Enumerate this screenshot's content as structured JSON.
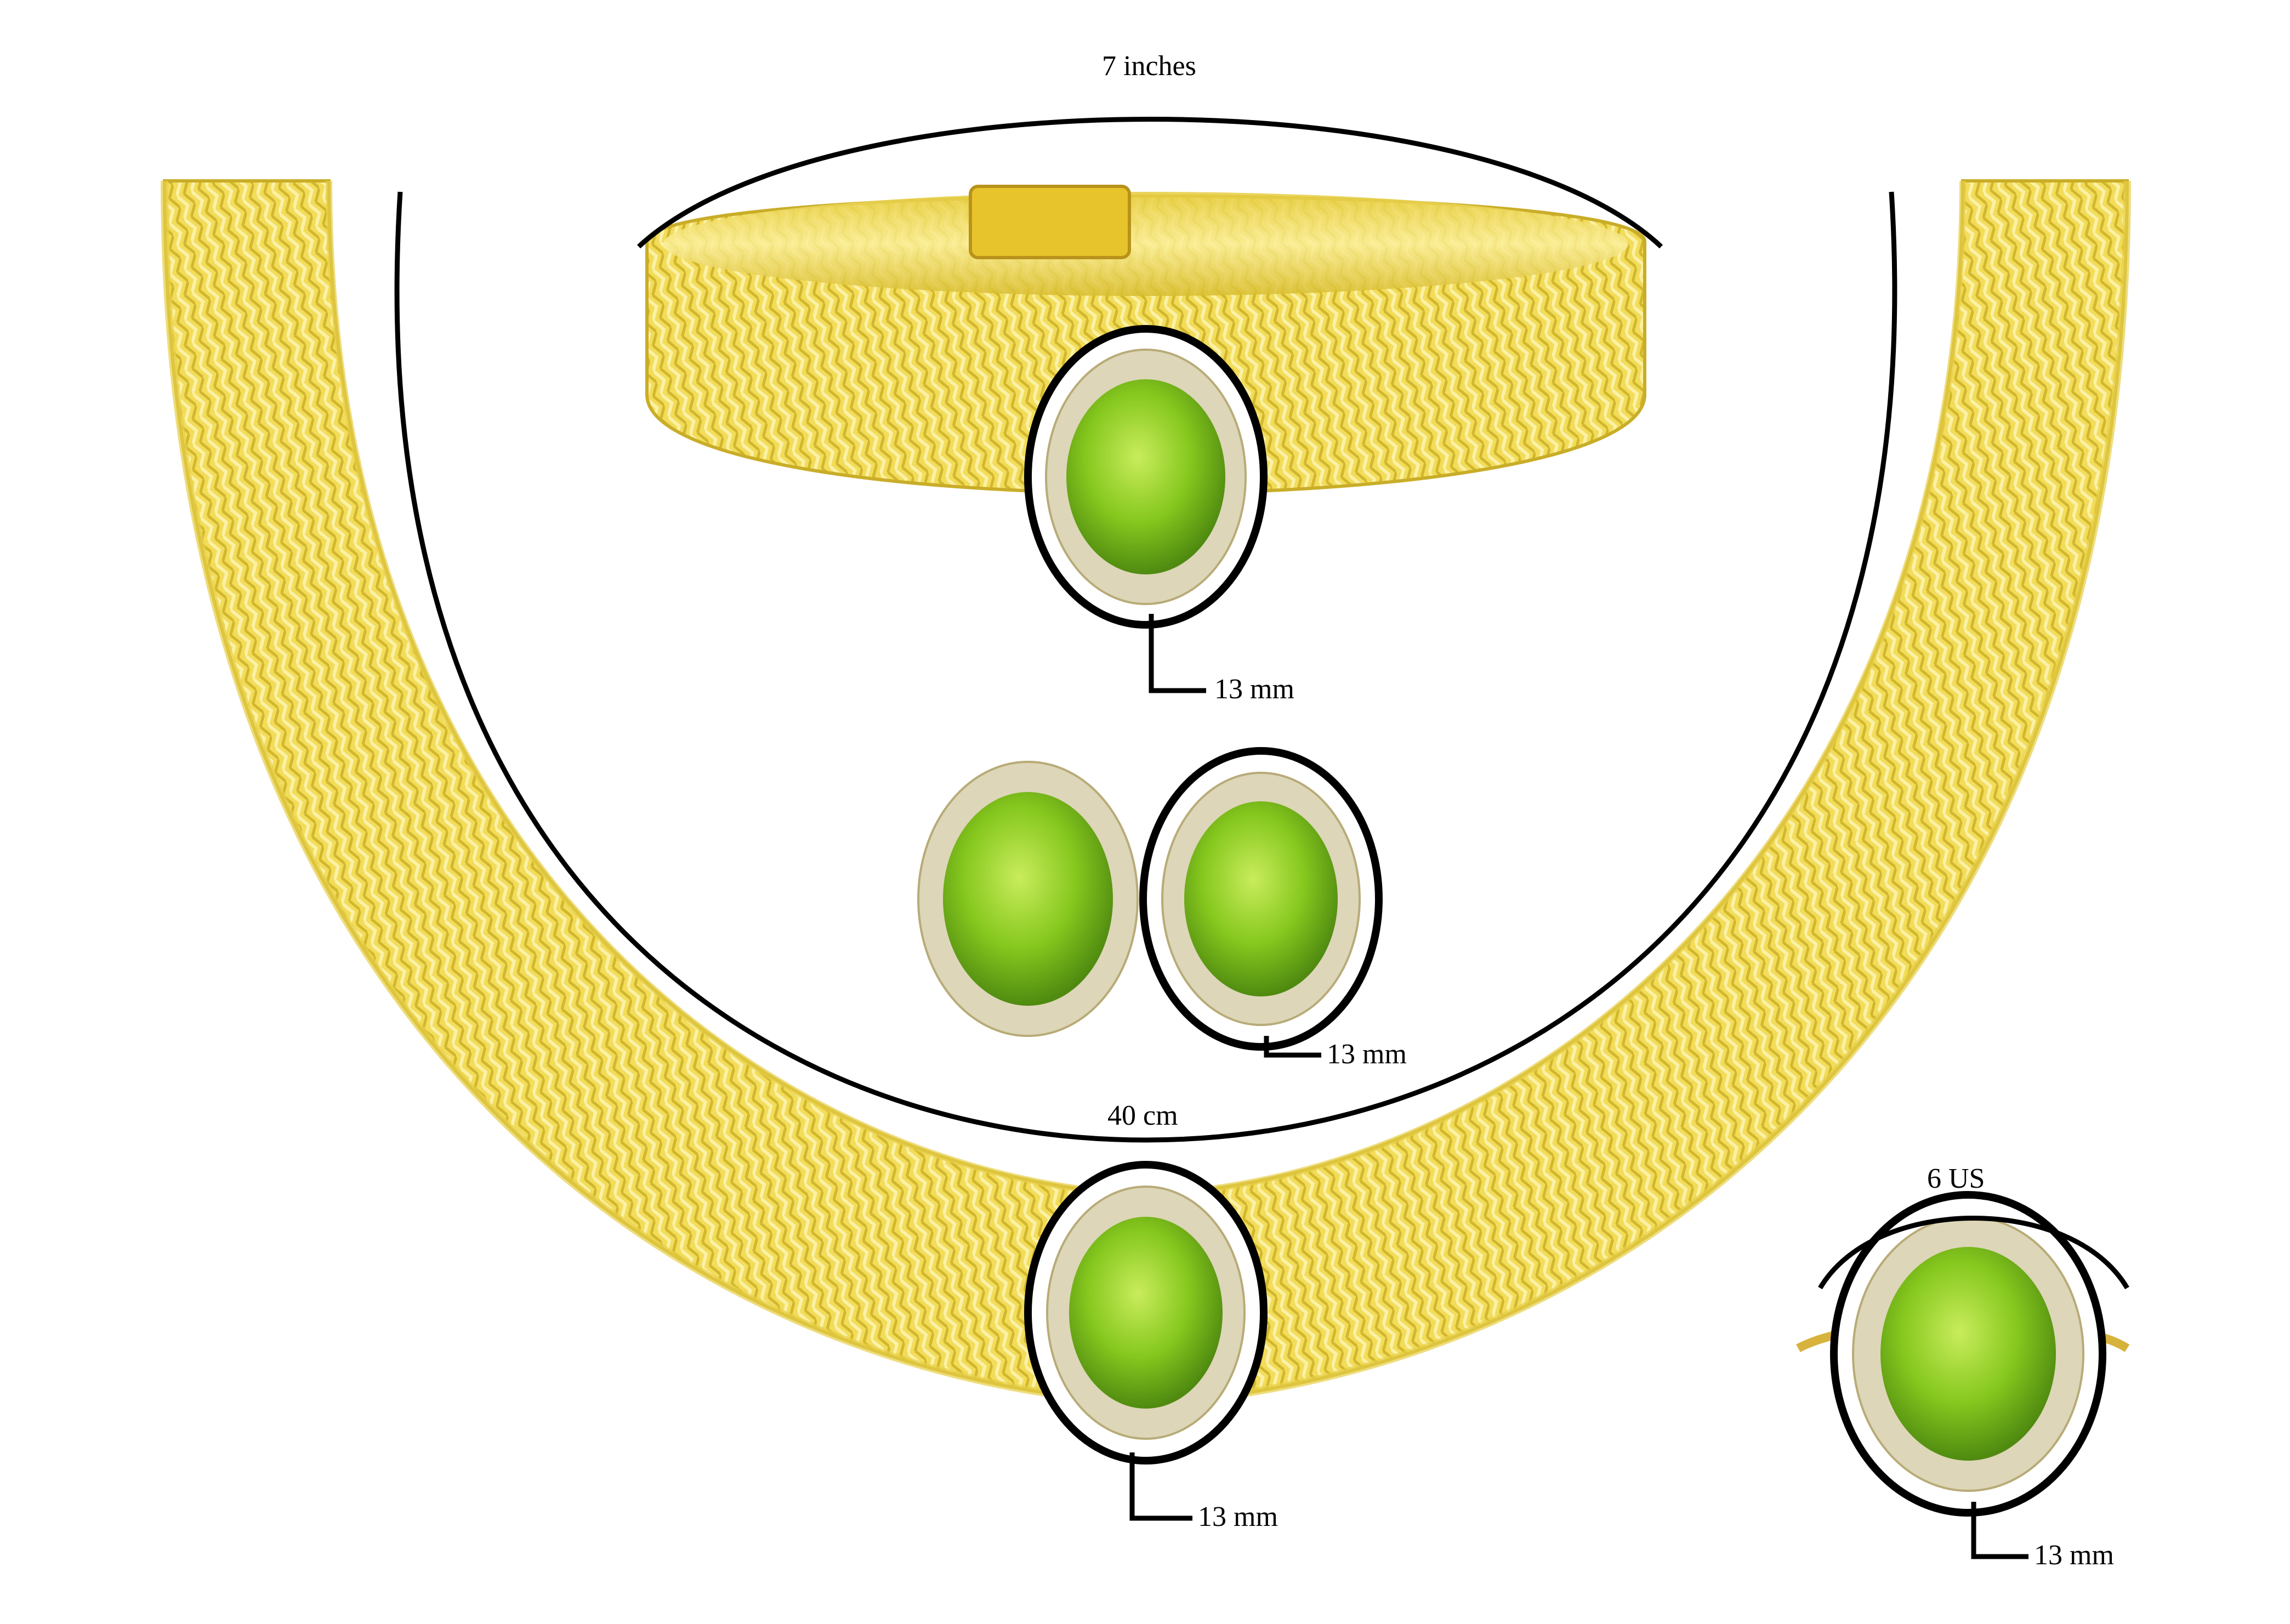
{
  "measurements": {
    "bracelet_length": "7 inches",
    "necklace_length": "40 cm",
    "ring_size": "6 US",
    "bracelet_stone": "13 mm",
    "earring_stone": "13 mm",
    "necklace_stone": "13 mm",
    "ring_stone": "13 mm"
  },
  "colors": {
    "gold": "#f2dc5a",
    "gold_dark": "#d1b72c",
    "gold_light": "#fbf1a6",
    "peridot": "#86c81e",
    "peridot_dark": "#4f8a10",
    "diamond_halo": "#ddd6b8",
    "outline": "#000000",
    "background": "#ffffff"
  },
  "items": [
    "necklace",
    "bracelet",
    "earrings",
    "ring"
  ]
}
